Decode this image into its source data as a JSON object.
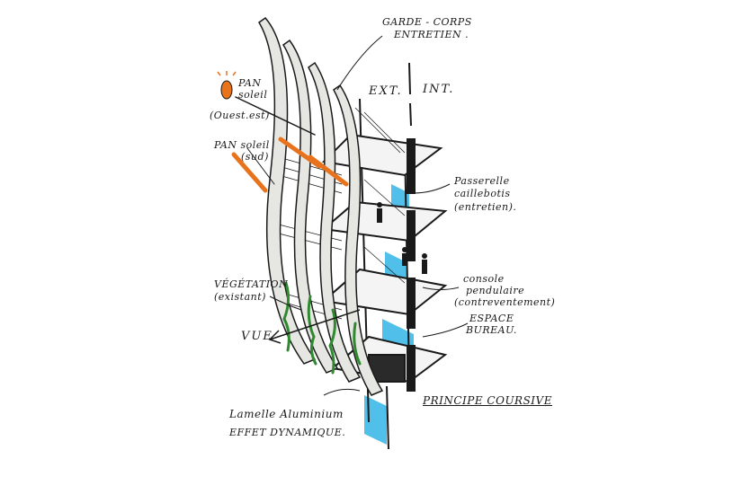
{
  "labels": {
    "garde_corps_1": "GARDE - CORPS",
    "garde_corps_2": "ENTRETIEN .",
    "ext": "EXT.",
    "int": "INT.",
    "pan_soleil_1": "PAN",
    "pan_soleil_2": "soleil",
    "ouest_left": "(Ouest.est)",
    "pan_soleil_3": "PAN soleil",
    "pan_soleil_4": "(sud)",
    "passerelle_1": "Passerelle",
    "passerelle_2": "caillebotis",
    "passerelle_3": "(entretien).",
    "vegetation_1": "VÉGÉTATION",
    "vegetation_2": "(existant)",
    "console_1": "console",
    "console_2": "pendulaire",
    "console_3": "(contreventement)",
    "espace_1": "ESPACE",
    "espace_2": "BUREAU.",
    "vue": "VUE",
    "lamelle_1": "Lamelle Aluminium",
    "lamelle_2": "EFFET DYNAMIQUE.",
    "principe": "PRINCIPE COURSIVE"
  },
  "colors": {
    "sun": "#e8731c",
    "glass": "#32b4e6",
    "vegetation": "#2f8a2f",
    "ink": "#1a1a1a",
    "fin": "#e6e6e2"
  }
}
